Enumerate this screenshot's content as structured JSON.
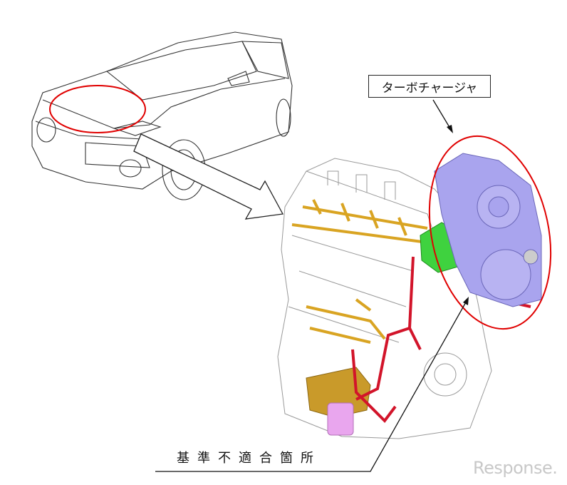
{
  "labels": {
    "turbocharger": "ターボチャージャ",
    "nonconforming_location": "基準不適合箇所"
  },
  "watermark": "Response.",
  "colors": {
    "highlight_ellipse": "#e00000",
    "turbocharger_part": "#a9a4ee",
    "green_part": "#3fd23f",
    "oil_pipe_orange": "#d9a422",
    "red_pipe": "#d2142a",
    "oil_filter": "#e9a6ee"
  }
}
